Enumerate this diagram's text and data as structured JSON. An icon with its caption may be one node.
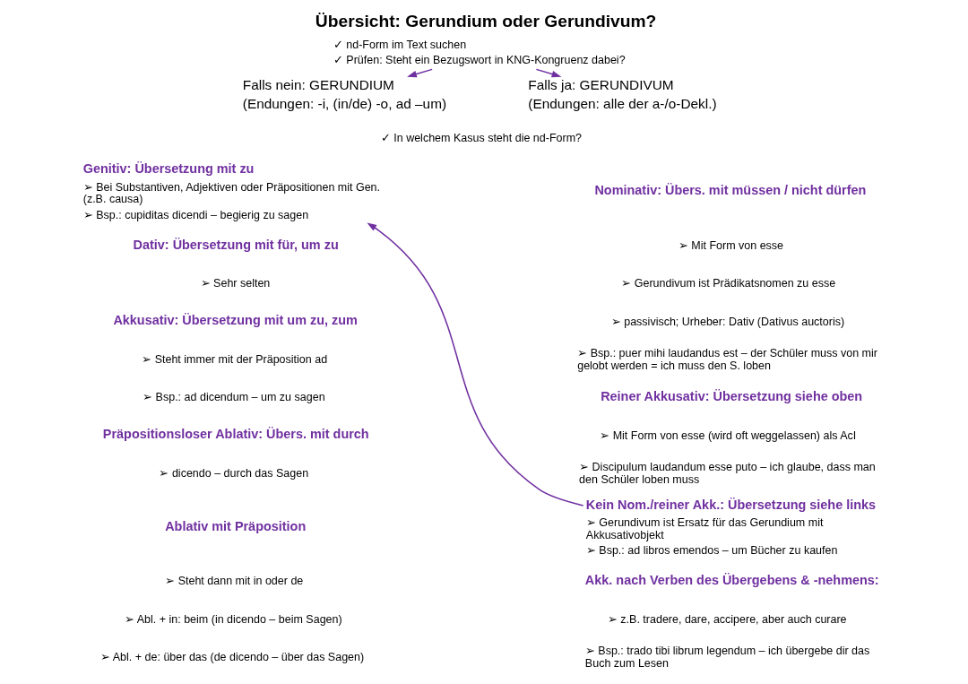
{
  "diagram": {
    "title": "Übersicht: Gerundium oder Gerundivum?",
    "nodes": [
      {
        "text": [
          "✓ nd-Form im Text suchen",
          "✓ Prüfen: Steht ein Bezugswort in KNG-Kongruenz dabei?"
        ]
      },
      {
        "text": [
          "Falls nein: GERUNDIUM",
          "(Endungen: -i, (in/de) -o, ad –um)"
        ]
      },
      {
        "text": [
          "Falls ja: GERUNDIVUM",
          "(Endungen: alle der a-/o-Dekl.)"
        ]
      },
      {
        "text": [
          "Genitiv: Übersetzung mit zu",
          "➢ Bei Substantiven, Adjektiven oder Präpositionen mit Gen. (z.B. causa)",
          "➢ Bsp.: cupiditas dicendi – begierig zu sagen"
        ]
      },
      {
        "text": [
          "Kein Nom./reiner Akk.: Übersetzung siehe links",
          "➢ Gerundivum ist Ersatz für das Gerundium mit Akkusativobjekt",
          "➢ Bsp.: ad libros emendos – um Bücher zu kaufen"
        ]
      }
    ],
    "edges": [
      {
        "from": 0,
        "to": 1,
        "arrow": "to"
      },
      {
        "from": 0,
        "to": 2,
        "arrow": "to"
      },
      {
        "from": 4,
        "to": 3,
        "arrow": "to"
      }
    ],
    "labels": [
      "✓ In welchem Kasus steht die nd-Form?",
      "Dativ: Übersetzung mit für, um zu",
      "➢ Sehr selten",
      "Akkusativ: Übersetzung mit um zu, zum",
      "➢ Steht immer mit der Präposition ad",
      "➢ Bsp.: ad dicendum – um zu sagen",
      "Präpositionsloser Ablativ: Übers. mit durch",
      "➢ dicendo – durch das Sagen",
      "Ablativ mit Präposition",
      "➢ Steht dann mit in oder de",
      "➢ Abl. + in: beim (in dicendo – beim Sagen)",
      "➢ Abl. + de: über das (de dicendo – über das Sagen)",
      "Nominativ: Übers. mit müssen / nicht dürfen",
      "➢ Mit Form von esse",
      "➢ Gerundivum ist Prädikatsnomen zu esse",
      "➢ passivisch; Urheber: Dativ (Dativus auctoris)",
      "➢ Bsp.: puer mihi laudandus est – der Schüler muss von mir gelobt werden = ich muss den S. loben",
      "Reiner Akkusativ: Übersetzung siehe oben",
      "➢ Mit Form von esse (wird oft weggelassen) als AcI",
      "➢ Discipulum laudandum esse puto – ich glaube, dass man den Schüler loben muss",
      "Akk. nach Verben des Übergebens & -nehmens:",
      "➢ z.B. tradere, dare, accipere, aber auch curare",
      "➢ Bsp.: trado tibi librum legendum – ich übergebe dir das Buch zum Lesen"
    ]
  }
}
